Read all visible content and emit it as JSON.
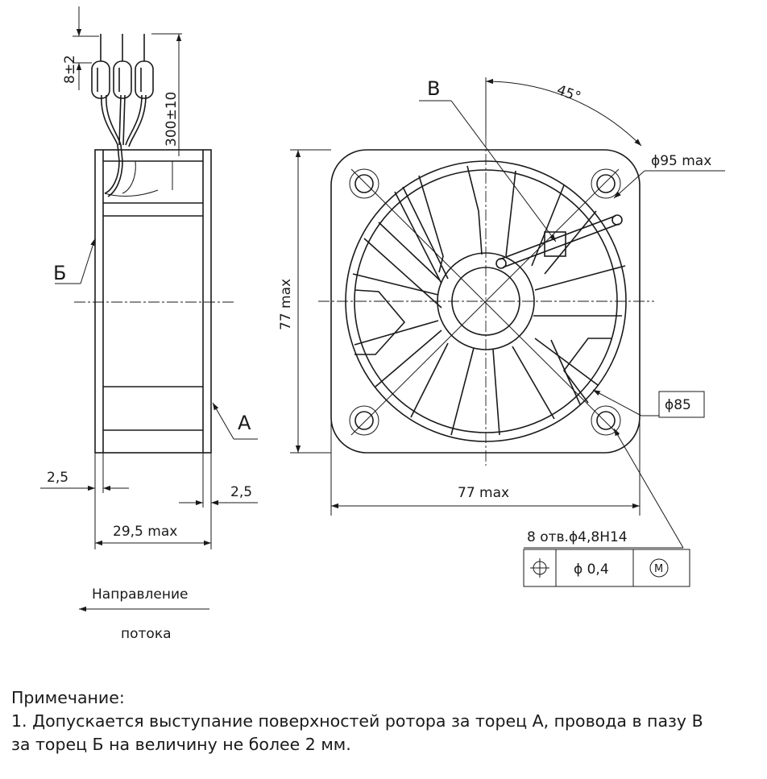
{
  "labels": {
    "wire_pitch": "8±2",
    "wire_length": "300±10",
    "face_b": "Б",
    "face_a": "А",
    "groove_v": "В",
    "angle": "45°",
    "dia_outer": "ϕ95 max",
    "dia_inner": "ϕ85",
    "height": "77 max",
    "width": "77 max",
    "depth": "29,5 max",
    "flange_left": "2,5",
    "flange_right": "2,5",
    "holes": "8 отв.ϕ4,8H14",
    "tolerance_value": "ϕ 0,4",
    "tolerance_modifier": "M",
    "flow_line1": "Направление",
    "flow_line2": "потока"
  },
  "note": {
    "title": "Примечание:",
    "line1": "1. Допускается выступание поверхностей ротора за торец А, провода в пазу В",
    "line2": "за торец Б на величину не более 2 мм."
  }
}
